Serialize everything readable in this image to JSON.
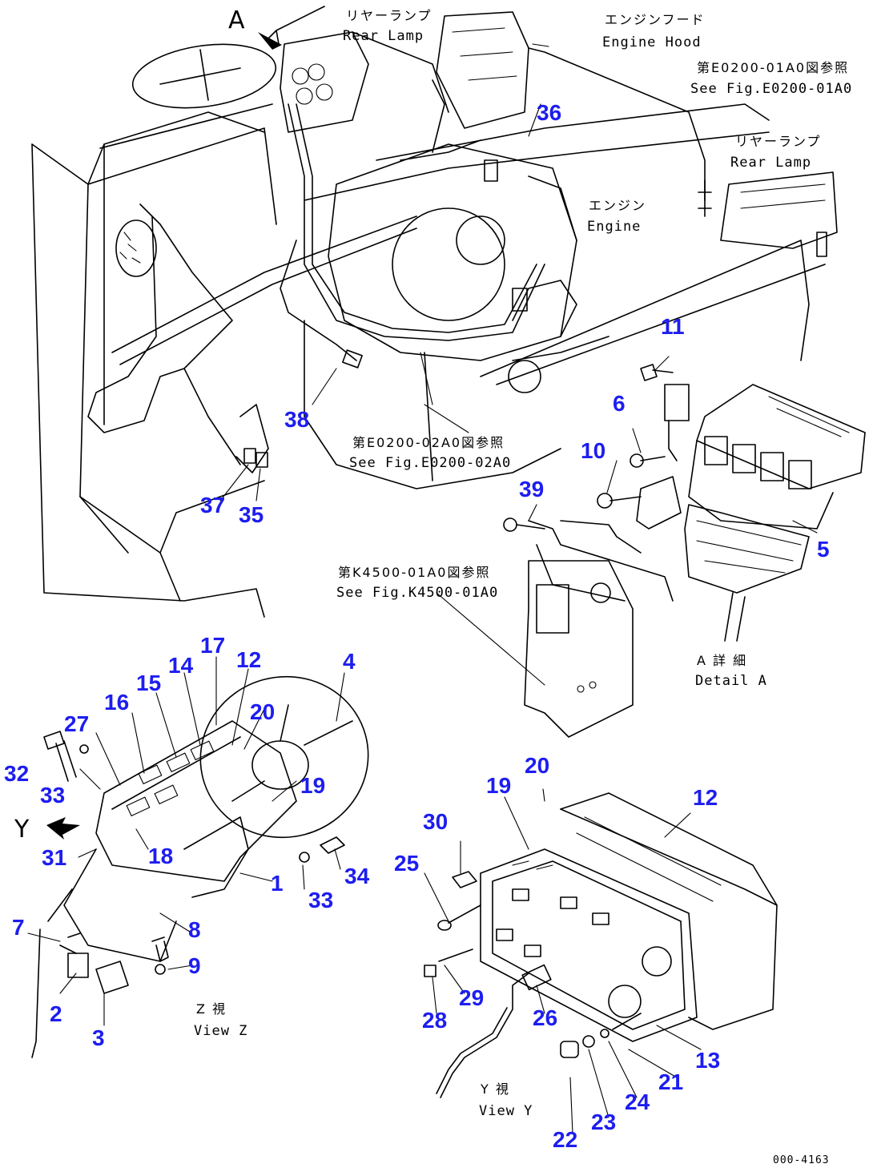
{
  "drawing_code": "000-4163",
  "view_letters": {
    "a": "A",
    "y": "Y"
  },
  "labels": {
    "rear_lamp_top_jp": "リヤーランプ",
    "rear_lamp_top_en": "Rear Lamp",
    "engine_hood_jp": "エンジンフード",
    "engine_hood_en": "Engine Hood",
    "see_e0200_01a0_jp": "第E0200-01A0図参照",
    "see_e0200_01a0_en": "See Fig.E0200-01A0",
    "rear_lamp_right_jp": "リヤーランプ",
    "rear_lamp_right_en": "Rear Lamp",
    "engine_jp": "エンジン",
    "engine_en": "Engine",
    "see_e0200_02a0_jp": "第E0200-02A0図参照",
    "see_e0200_02a0_en": "See Fig.E0200-02A0",
    "see_k4500_jp": "第K4500-01A0図参照",
    "see_k4500_en": "See Fig.K4500-01A0",
    "detail_a_jp": "A 詳 細",
    "detail_a_en": "Detail A",
    "view_z_jp": "Z 視",
    "view_z_en": "View Z",
    "view_y_jp": "Y 視",
    "view_y_en": "View Y"
  },
  "callouts": [
    {
      "id": "c36",
      "text": "36"
    },
    {
      "id": "c11",
      "text": "11"
    },
    {
      "id": "c6",
      "text": "6"
    },
    {
      "id": "c10",
      "text": "10"
    },
    {
      "id": "c38",
      "text": "38"
    },
    {
      "id": "c39",
      "text": "39"
    },
    {
      "id": "c5",
      "text": "5"
    },
    {
      "id": "c37",
      "text": "37"
    },
    {
      "id": "c35",
      "text": "35"
    },
    {
      "id": "c17",
      "text": "17"
    },
    {
      "id": "c14",
      "text": "14"
    },
    {
      "id": "c12a",
      "text": "12"
    },
    {
      "id": "c4",
      "text": "4"
    },
    {
      "id": "c15",
      "text": "15"
    },
    {
      "id": "c16",
      "text": "16"
    },
    {
      "id": "c20a",
      "text": "20"
    },
    {
      "id": "c27",
      "text": "27"
    },
    {
      "id": "c32",
      "text": "32"
    },
    {
      "id": "c33a",
      "text": "33"
    },
    {
      "id": "c19a",
      "text": "19"
    },
    {
      "id": "c31",
      "text": "31"
    },
    {
      "id": "c18",
      "text": "18"
    },
    {
      "id": "c1",
      "text": "1"
    },
    {
      "id": "c33b",
      "text": "33"
    },
    {
      "id": "c34",
      "text": "34"
    },
    {
      "id": "c7",
      "text": "7"
    },
    {
      "id": "c8",
      "text": "8"
    },
    {
      "id": "c9",
      "text": "9"
    },
    {
      "id": "c2",
      "text": "2"
    },
    {
      "id": "c3",
      "text": "3"
    },
    {
      "id": "c20b",
      "text": "20"
    },
    {
      "id": "c19b",
      "text": "19"
    },
    {
      "id": "c12b",
      "text": "12"
    },
    {
      "id": "c30",
      "text": "30"
    },
    {
      "id": "c25",
      "text": "25"
    },
    {
      "id": "c29",
      "text": "29"
    },
    {
      "id": "c28",
      "text": "28"
    },
    {
      "id": "c26",
      "text": "26"
    },
    {
      "id": "c13",
      "text": "13"
    },
    {
      "id": "c21",
      "text": "21"
    },
    {
      "id": "c24",
      "text": "24"
    },
    {
      "id": "c23",
      "text": "23"
    },
    {
      "id": "c22",
      "text": "22"
    }
  ]
}
